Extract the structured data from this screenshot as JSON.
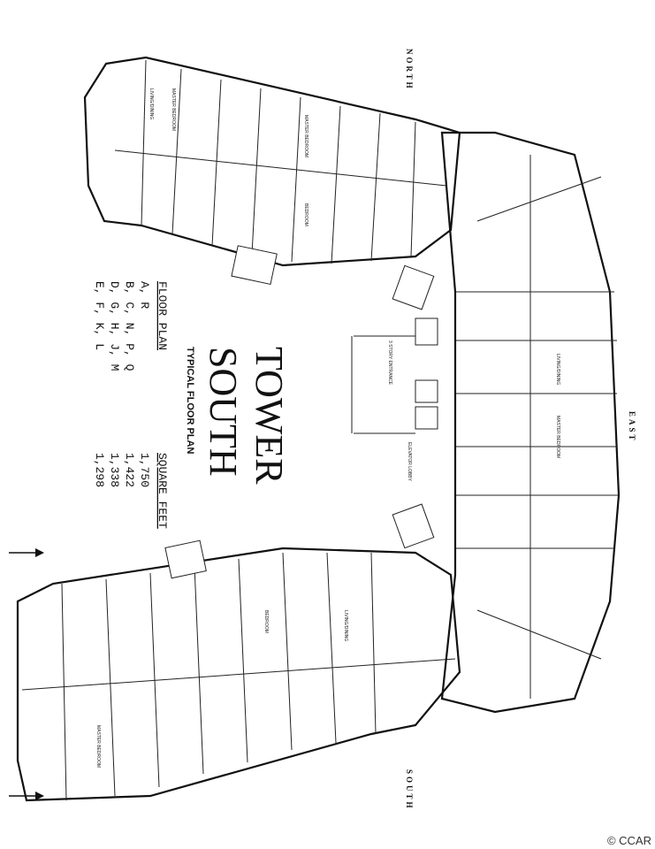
{
  "title": {
    "line1": "TOWER",
    "line2": "SOUTH",
    "subtitle": "TYPICAL FLOOR PLAN"
  },
  "compass": {
    "north": "NORTH",
    "east": "EAST",
    "south": "SOUTH"
  },
  "legend": {
    "col1_header": "FLOOR PLAN",
    "col2_header": "SQUARE FEET",
    "rows": [
      {
        "units": "A, R",
        "sqft": "1,750"
      },
      {
        "units": "B, C, N, P, Q",
        "sqft": "1,422"
      },
      {
        "units": "D, G, H, J, M",
        "sqft": "1,338"
      },
      {
        "units": "E, F, K, L",
        "sqft": "1,298"
      }
    ]
  },
  "labels": {
    "entrance": "3 STORY ENTRANCE",
    "lobby": "ELEVATOR LOBBY",
    "living": "LIVING/DINING",
    "master": "MASTER BEDROOM",
    "bedroom": "BEDROOM"
  },
  "copyright": "© CCAR"
}
